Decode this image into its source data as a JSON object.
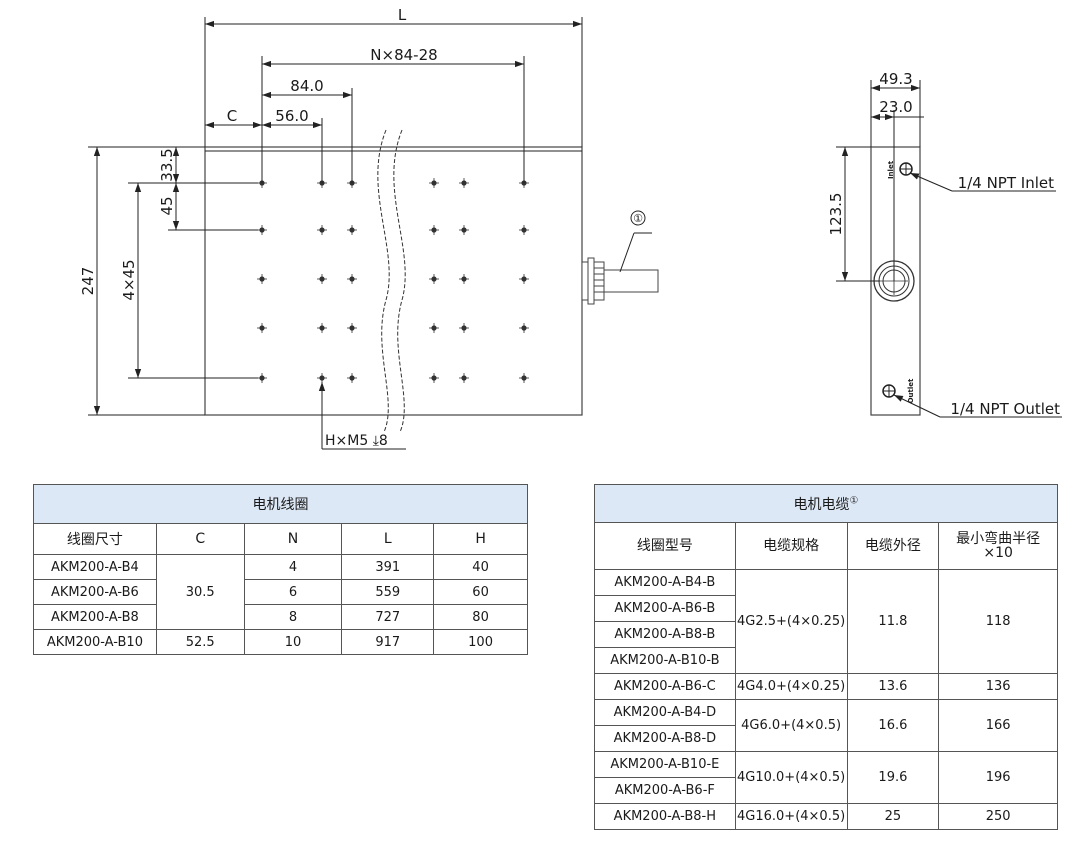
{
  "drawing": {
    "dims": {
      "L": "L",
      "N": "N×84-28",
      "d84": "84.0",
      "d56": "56.0",
      "C": "C",
      "d335": "33.5",
      "d45": "45",
      "d4x45": "4×45",
      "d247": "247",
      "d493": "49.3",
      "d230": "23.0",
      "d1235": "123.5"
    },
    "callouts": {
      "thread": "H×M5 ⤓8",
      "cable_marker": "①",
      "inlet": "1/4 NPT Inlet",
      "outlet": "1/4 NPT Outlet",
      "inlet_tag": "Inlet",
      "outlet_tag": "Outlet"
    }
  },
  "coil_table": {
    "title": "电机线圈",
    "headers": [
      "线圈尺寸",
      "C",
      "N",
      "L",
      "H"
    ],
    "rows": [
      {
        "model": "AKM200-A-B4",
        "N": "4",
        "L": "391",
        "H": "40"
      },
      {
        "model": "AKM200-A-B6",
        "N": "6",
        "L": "559",
        "H": "60"
      },
      {
        "model": "AKM200-A-B8",
        "N": "8",
        "L": "727",
        "H": "80"
      },
      {
        "model": "AKM200-A-B10",
        "N": "10",
        "L": "917",
        "H": "100"
      }
    ],
    "c_values": [
      "30.5",
      "52.5"
    ]
  },
  "cable_table": {
    "title": "电机电缆",
    "title_mark": "①",
    "headers": [
      "线圈型号",
      "电缆规格",
      "电缆外径",
      "最小弯曲半径",
      "×10"
    ],
    "groups": [
      {
        "models": [
          "AKM200-A-B4-B",
          "AKM200-A-B6-B",
          "AKM200-A-B8-B",
          "AKM200-A-B10-B"
        ],
        "spec": "4G2.5+(4×0.25)",
        "od": "11.8",
        "radius": "118"
      },
      {
        "models": [
          "AKM200-A-B6-C"
        ],
        "spec": "4G4.0+(4×0.25)",
        "od": "13.6",
        "radius": "136"
      },
      {
        "models": [
          "AKM200-A-B4-D",
          "AKM200-A-B8-D"
        ],
        "spec": "4G6.0+(4×0.5)",
        "od": "16.6",
        "radius": "166"
      },
      {
        "models": [
          "AKM200-A-B10-E",
          "AKM200-A-B6-F"
        ],
        "spec": "4G10.0+(4×0.5)",
        "od": "19.6",
        "radius": "196"
      },
      {
        "models": [
          "AKM200-A-B8-H"
        ],
        "spec": "4G16.0+(4×0.5)",
        "od": "25",
        "radius": "250"
      }
    ]
  }
}
